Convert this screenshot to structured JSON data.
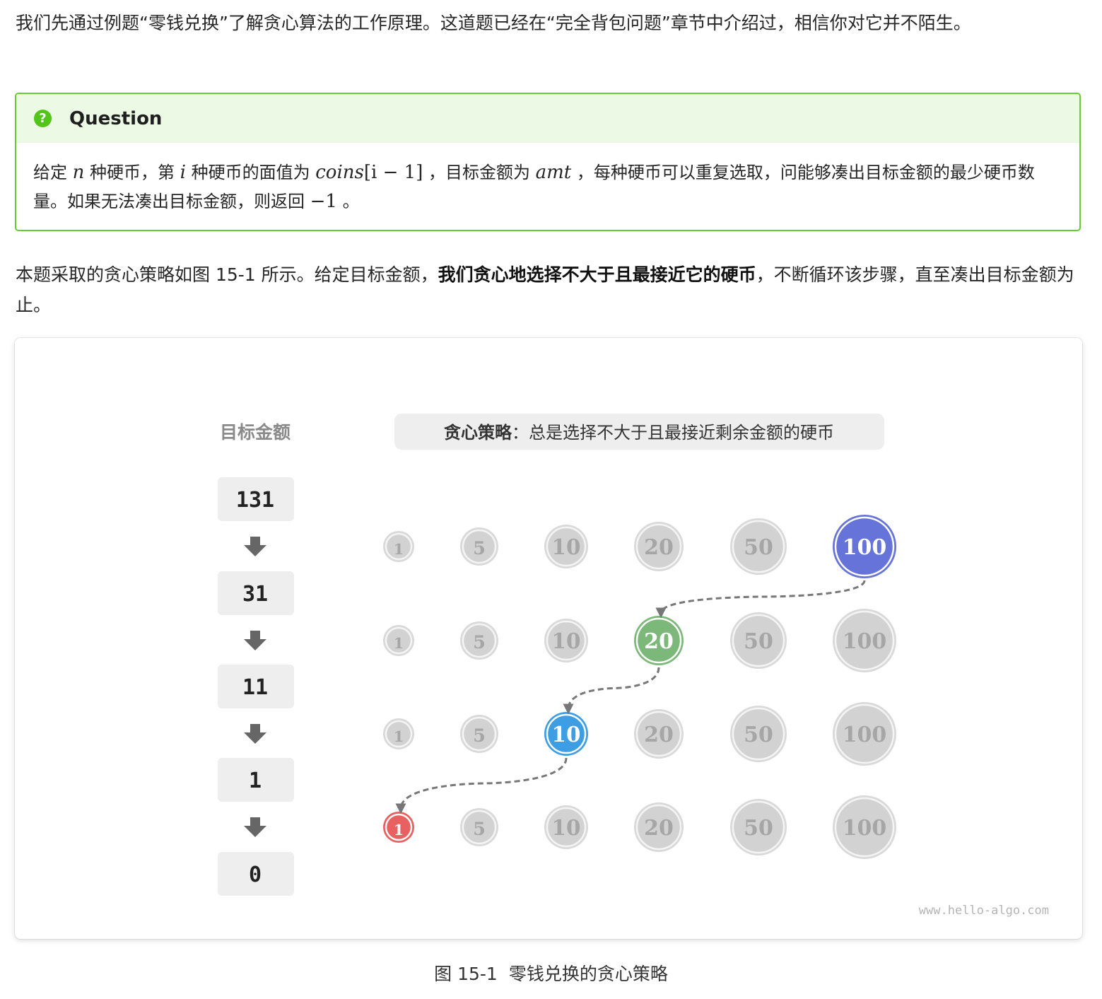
{
  "intro_paragraph": "我们先通过例题“零钱兑换”了解贪心算法的工作原理。这道题已经在“完全背包问题”章节中介绍过，相信你对它并不陌生。",
  "question": {
    "title": "Question",
    "icon": "question-circle-icon",
    "accent_color": "#66cc33",
    "t1": "给定 ",
    "m1": "n",
    "t2": " 种硬币，第 ",
    "m2": "i",
    "t3": " 种硬币的面值为 ",
    "m3": "coins",
    "m3b": "[i − 1]",
    "t4": " ，目标金额为 ",
    "m4": "amt",
    "t5": " ，每种硬币可以重复选取，问能够凑出目标金额的最少硬币数量。如果无法凑出目标金额，则返回 ",
    "m5": "−1",
    "t6": " 。"
  },
  "strategy_paragraph": {
    "before": "本题采取的贪心策略如图 15-1 所示。给定目标金额，",
    "bold": "我们贪心地选择不大于且最接近它的硬币",
    "after": "，不断循环该步骤，直至凑出目标金额为止。"
  },
  "figure": {
    "column_title": "目标金额",
    "strategy_label_bold": "贪心策略",
    "strategy_label_rest": "：总是选择不大于且最接近剩余金额的硬币",
    "amounts": [
      "131",
      "31",
      "11",
      "1",
      "0"
    ],
    "coin_values": [
      "1",
      "5",
      "10",
      "20",
      "50",
      "100"
    ],
    "chosen": [
      {
        "row": 0,
        "coin": "100",
        "color": "#6674d9"
      },
      {
        "row": 1,
        "coin": "20",
        "color": "#7cb87a"
      },
      {
        "row": 2,
        "coin": "10",
        "color": "#3d9ee3"
      },
      {
        "row": 3,
        "coin": "1",
        "color": "#e8605f"
      }
    ],
    "watermark": "www.hello-algo.com"
  },
  "caption": {
    "number": "图 15-1",
    "text": "零钱兑换的贪心策略"
  }
}
